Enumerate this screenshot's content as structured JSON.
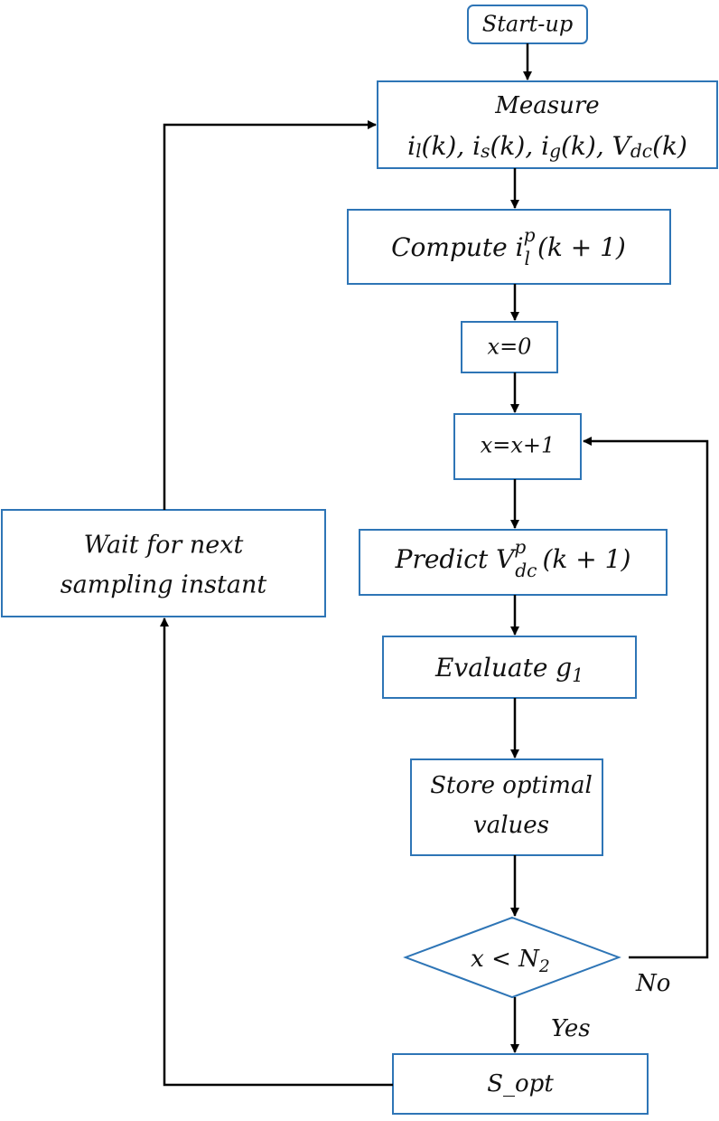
{
  "nodes": {
    "startup": "Start-up",
    "measure": {
      "line1": "Measure",
      "i": "i",
      "l": "l",
      "s": "s",
      "g": "g",
      "V": "V",
      "dc": "dc",
      "arg": "(k)",
      "sep": ", "
    },
    "compute": {
      "prefix": "Compute ",
      "i": "i",
      "sup": "p",
      "sub": "l",
      "arg": "(k + 1)"
    },
    "init": "x=0",
    "increment": "x=x+1",
    "predict": {
      "prefix": "Predict ",
      "V": "V",
      "sup": "p",
      "sub": "dc",
      "arg": "(k + 1)"
    },
    "evaluate": {
      "prefix": "Evaluate ",
      "g": "g",
      "sub": "1"
    },
    "store": {
      "line1": "Store optimal",
      "line2": "values"
    },
    "decision": {
      "lhs": "x < N",
      "sub": "2"
    },
    "sopt": "S_opt",
    "wait": {
      "line1": "Wait for next",
      "line2": "sampling instant"
    }
  },
  "labels": {
    "no": "No",
    "yes": "Yes"
  },
  "colors": {
    "box_stroke": "#2e75b6",
    "arrow": "#000000"
  }
}
